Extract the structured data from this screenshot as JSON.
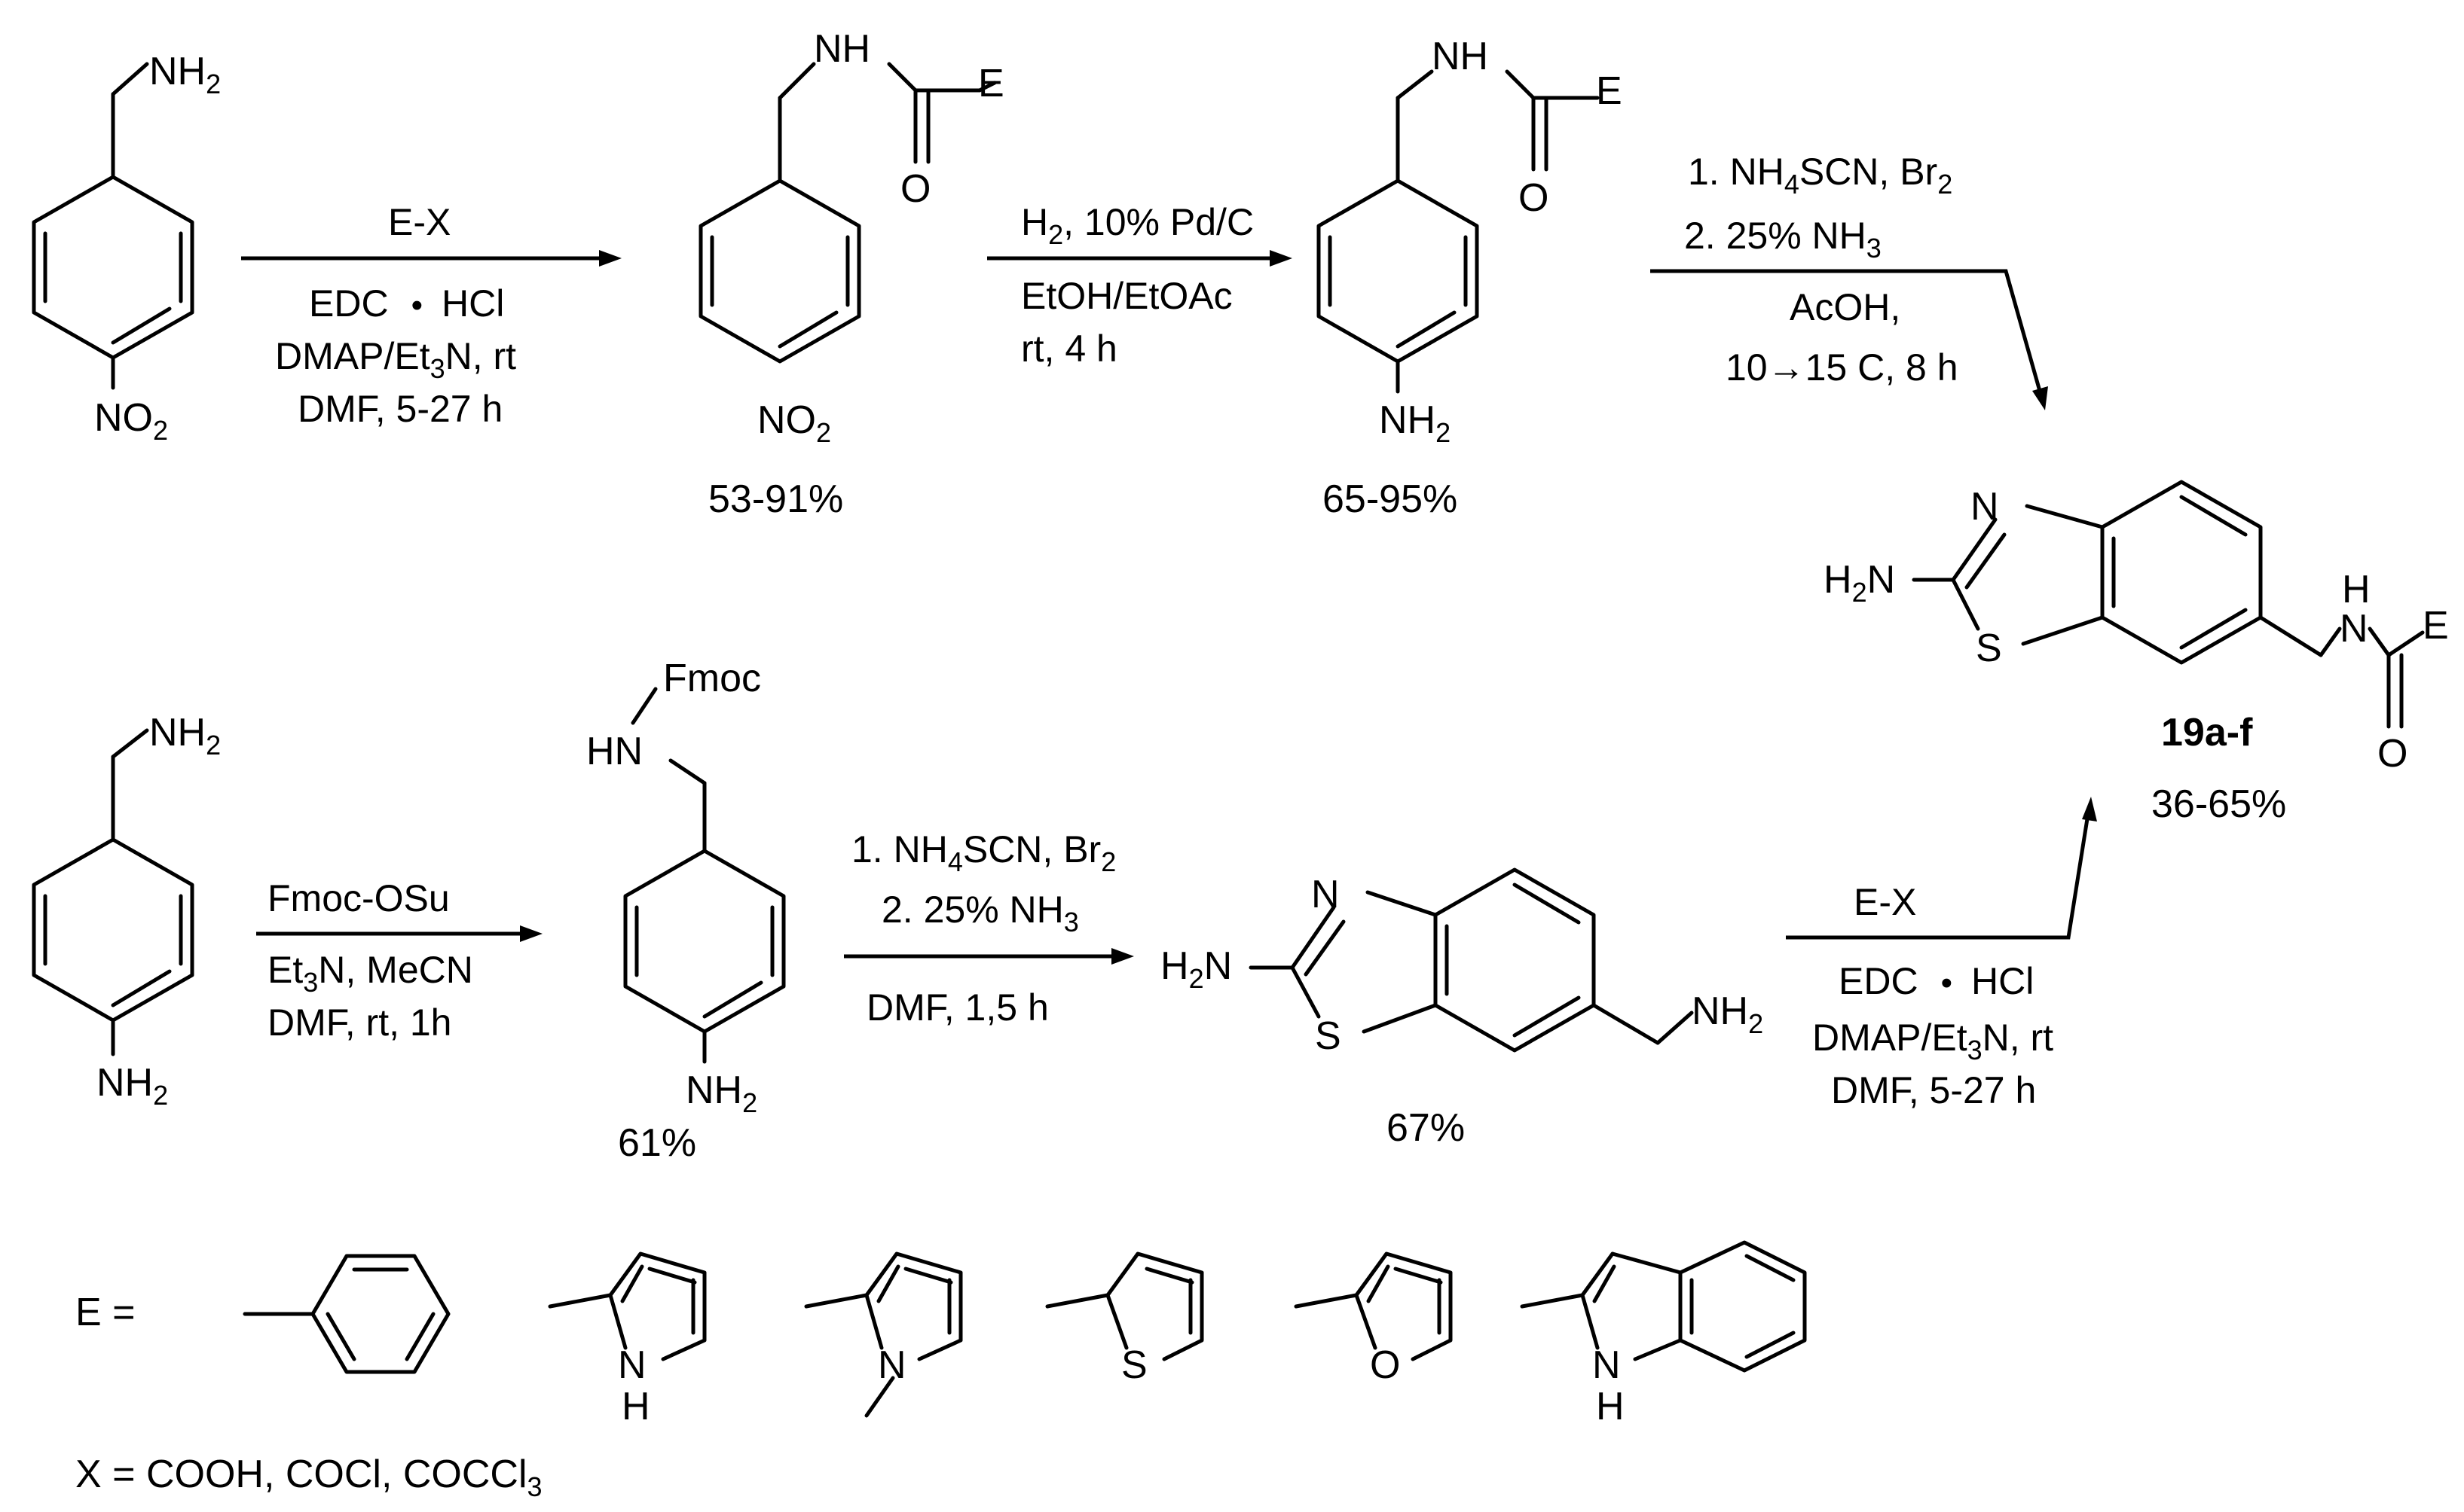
{
  "labels": {
    "nh2": "NH",
    "nh": "NH",
    "hn": "HN",
    "h": "H",
    "n": "N",
    "s": "S",
    "o": "O",
    "e": "E",
    "no2_n": "NO",
    "h2n_h": "H",
    "h2n_n": "N",
    "sub2": "2",
    "sub3": "3",
    "sub4": "4",
    "fmoc": "Fmoc"
  },
  "step1": {
    "reagent_top": "E-X",
    "line1_a": "EDC",
    "line1_b": "HCl",
    "line2_a": "DMAP/Et",
    "line2_b": "N, rt",
    "line3": "DMF, 5-27 h",
    "yield": "53-91%"
  },
  "step2": {
    "line1": "H",
    "line1_b": ", 10% Pd/C",
    "line2": "EtOH/EtOAc",
    "line3": "rt, 4 h",
    "yield": "65-95%"
  },
  "step3": {
    "line1_a": "1. NH",
    "line1_b": "SCN, Br",
    "line2_a": "2. 25% NH",
    "line3": "AcOH,",
    "line4": "10→15 C, 8 h"
  },
  "product": {
    "name": "19a-f",
    "yield": "36-65%"
  },
  "step4": {
    "line1": "Fmoc-OSu",
    "line2_a": "Et",
    "line2_b": "N, MeCN",
    "line3": "DMF, rt, 1h",
    "yield": "61%"
  },
  "step5": {
    "line1_a": "1. NH",
    "line1_b": "SCN, Br",
    "line2_a": "2. 25% NH",
    "line3": "DMF, 1,5 h",
    "yield": "67%"
  },
  "step6": {
    "reagent_top": "E-X",
    "line1_a": "EDC",
    "line1_b": "HCl",
    "line2_a": "DMAP/Et",
    "line2_b": "N, rt",
    "line3": "DMF, 5-27 h"
  },
  "legend": {
    "e_eq": "E =",
    "x_eq": "X = COOH, COCl, COCCl",
    "x_sub": "3"
  }
}
